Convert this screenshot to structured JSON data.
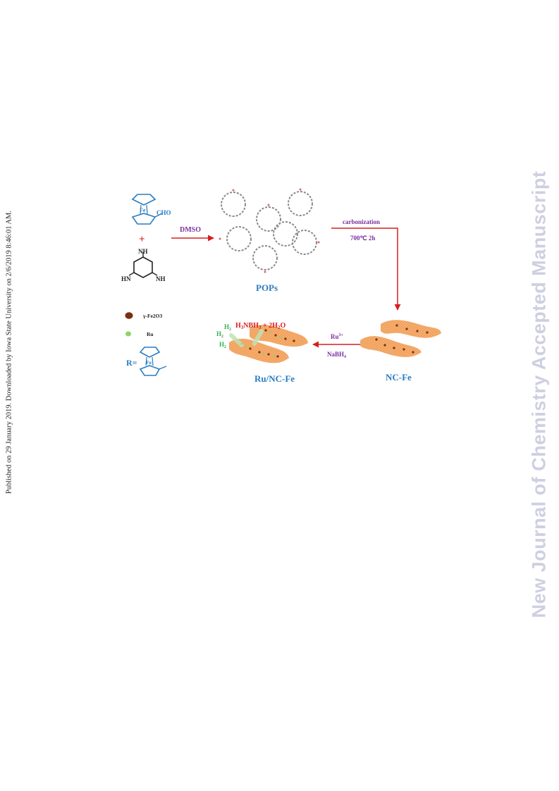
{
  "side_note": "Published on 29 January 2019. Downloaded by Iowa State University on 2/6/2019 8:46:01 AM.",
  "watermark": "New Journal of Chemistry Accepted Manuscript",
  "reagents": {
    "fe_label": "Fe",
    "cho_label": "CHO",
    "plus": "+",
    "nh_top": "NH",
    "hn_left": "HN",
    "nh_right": "NH"
  },
  "arrows": {
    "dmso": "DMSO",
    "carbonization": "carbonization",
    "conditions": "700℃ 2h",
    "ru_ion": "Ru",
    "ru_charge": "3+",
    "reductant": "NaBH",
    "reductant_sub": "4"
  },
  "products": {
    "pops": "POPs",
    "nc_fe": "NC-Fe",
    "ru_nc_fe": "Ru/NC-Fe"
  },
  "reaction": {
    "reactant_h": "H",
    "reactant_h_sub": "3",
    "reactant_rest": "NBH",
    "reactant_rest_sub": "3",
    "plus_water": " + 2H",
    "water_sub": "2",
    "water_o": "O",
    "h2_labels": [
      "H",
      "H",
      "H"
    ],
    "h2_sub": "2"
  },
  "legend": {
    "fe2o3_label": "γ-Fe2O3",
    "ru_label": "Ru",
    "r_label": "R=",
    "r_fe": "Fe"
  },
  "colors": {
    "blue": "#2a7cc0",
    "purple": "#7b2fa0",
    "red": "#d81e1e",
    "sheet": "#f1a05b",
    "fe2o3_dot": "#7a2e12",
    "ru_dot": "#8ed36a"
  }
}
